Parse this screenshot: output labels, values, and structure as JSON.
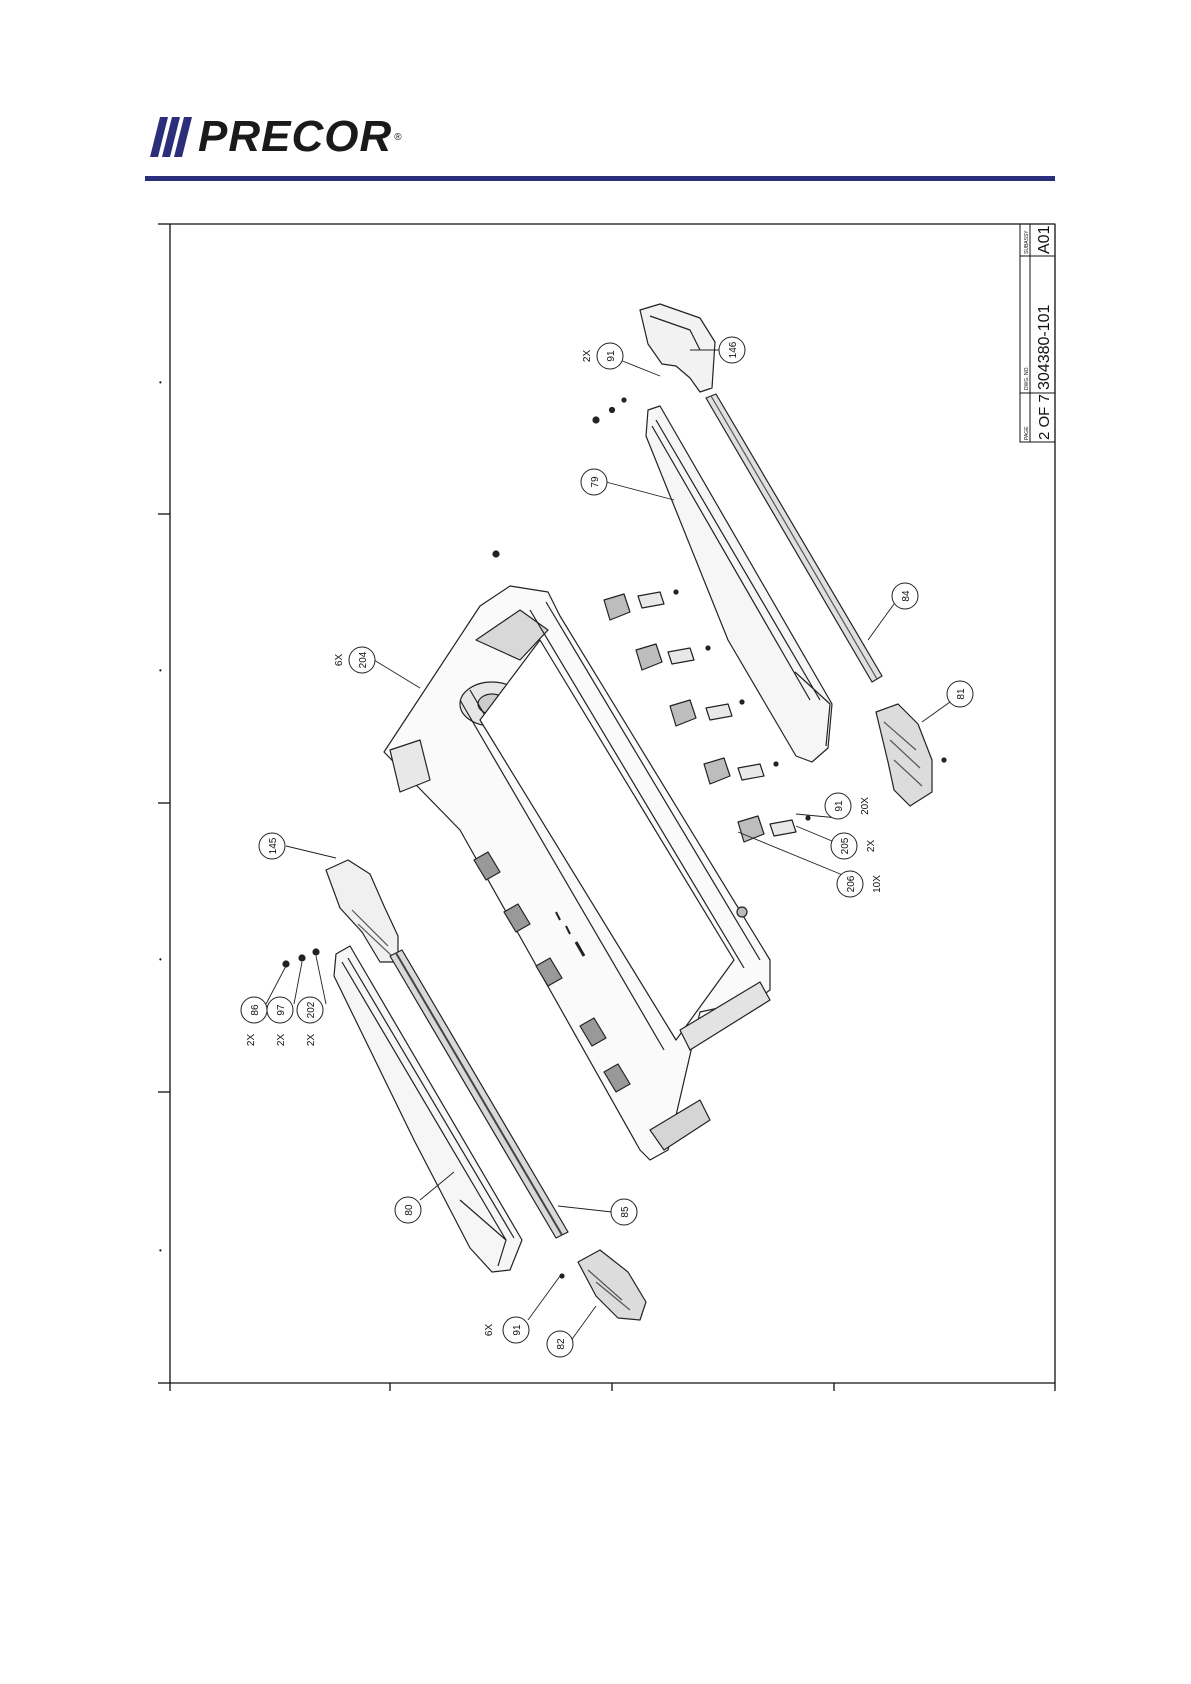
{
  "header": {
    "brand": "PRECOR",
    "brand_mark": "®",
    "rule_color": "#2b2f7a"
  },
  "title_block": {
    "page_label": "PAGE",
    "page_value": "2 OF 7",
    "dwg_label": "DWG. NO.",
    "dwg_value": "304380-101",
    "rev_label": "SUBASSY",
    "rev_value": "A01"
  },
  "callouts": [
    {
      "id": "c146",
      "num": "146",
      "qty": ""
    },
    {
      "id": "c91a",
      "num": "91",
      "qty": "2X"
    },
    {
      "id": "c79",
      "num": "79",
      "qty": ""
    },
    {
      "id": "c204",
      "num": "204",
      "qty": "6X"
    },
    {
      "id": "c84",
      "num": "84",
      "qty": ""
    },
    {
      "id": "c81",
      "num": "81",
      "qty": ""
    },
    {
      "id": "c91b",
      "num": "91",
      "qty": "20X"
    },
    {
      "id": "c205",
      "num": "205",
      "qty": "2X"
    },
    {
      "id": "c206",
      "num": "206",
      "qty": "10X"
    },
    {
      "id": "c145",
      "num": "145",
      "qty": ""
    },
    {
      "id": "c86",
      "num": "86",
      "qty": "2X"
    },
    {
      "id": "c97",
      "num": "97",
      "qty": "2X"
    },
    {
      "id": "c202",
      "num": "202",
      "qty": "2X"
    },
    {
      "id": "c80",
      "num": "80",
      "qty": ""
    },
    {
      "id": "c85",
      "num": "85",
      "qty": ""
    },
    {
      "id": "c91c",
      "num": "91",
      "qty": "6X"
    },
    {
      "id": "c82",
      "num": "82",
      "qty": ""
    }
  ]
}
